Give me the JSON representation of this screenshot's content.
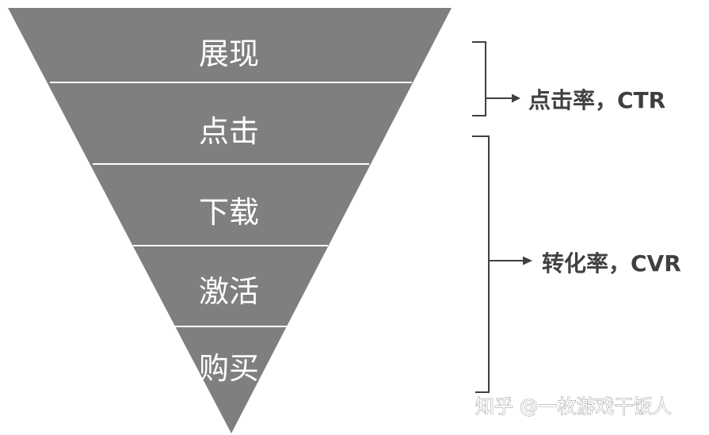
{
  "funnel": {
    "fill_color": "#7f7f7f",
    "divider_color": "#ffffff",
    "label_color": "#ffffff",
    "stages": [
      {
        "label": "展现"
      },
      {
        "label": "点击"
      },
      {
        "label": "下载"
      },
      {
        "label": "激活"
      },
      {
        "label": "购买"
      }
    ]
  },
  "metrics": {
    "bracket_color": "#404040",
    "text_color": "#404040",
    "items": [
      {
        "label": "点击率，CTR"
      },
      {
        "label": "转化率，CVR"
      }
    ]
  },
  "watermark": {
    "text": "知乎 @一枚游戏干饭人"
  }
}
